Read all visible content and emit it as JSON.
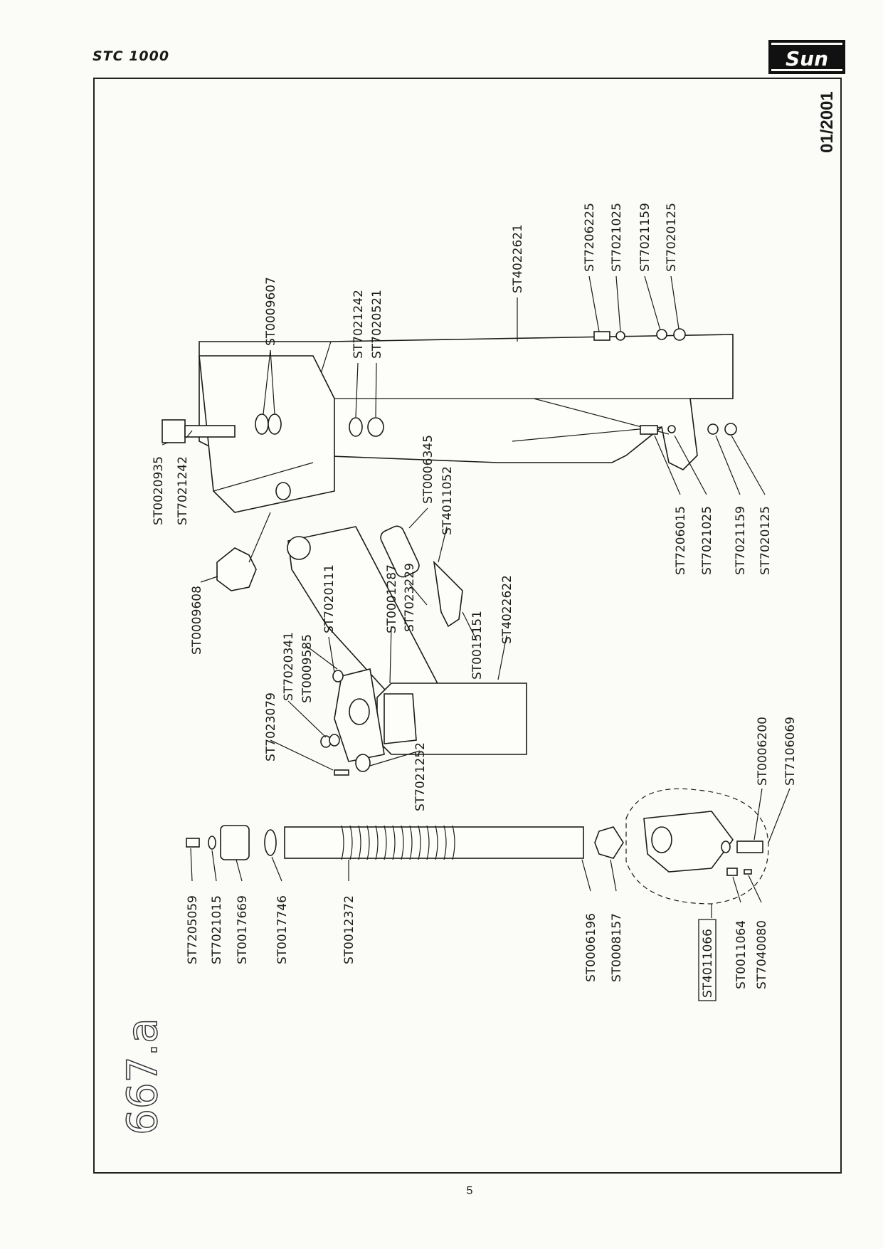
{
  "header": {
    "model_name": "STC 1000",
    "brand": "Sun"
  },
  "diagram": {
    "figure_number": "667.a",
    "date": "01/2001",
    "part_labels": [
      {
        "id": "a1",
        "text": "ST4022621"
      },
      {
        "id": "a2",
        "text": "ST7206225"
      },
      {
        "id": "a3",
        "text": "ST7021025"
      },
      {
        "id": "a4",
        "text": "ST7021159"
      },
      {
        "id": "a5",
        "text": "ST7020125"
      },
      {
        "id": "b1",
        "text": "ST0009607"
      },
      {
        "id": "b2",
        "text": "ST7021242"
      },
      {
        "id": "b3",
        "text": "ST7020521"
      },
      {
        "id": "c1",
        "text": "ST0020935"
      },
      {
        "id": "c2",
        "text": "ST7021242"
      },
      {
        "id": "c3",
        "text": "ST0009608"
      },
      {
        "id": "d1",
        "text": "ST0006345"
      },
      {
        "id": "d2",
        "text": "ST4011052"
      },
      {
        "id": "d3",
        "text": "ST7023229"
      },
      {
        "id": "d4",
        "text": "ST0001287"
      },
      {
        "id": "d5",
        "text": "ST7020111"
      },
      {
        "id": "d6",
        "text": "ST0009585"
      },
      {
        "id": "d7",
        "text": "ST7020341"
      },
      {
        "id": "d8",
        "text": "ST7023079"
      },
      {
        "id": "d9",
        "text": "ST0015151"
      },
      {
        "id": "d10",
        "text": "ST4022622"
      },
      {
        "id": "d11",
        "text": "ST7021252"
      },
      {
        "id": "e1",
        "text": "ST7206015"
      },
      {
        "id": "e2",
        "text": "ST7021025"
      },
      {
        "id": "e3",
        "text": "ST7021159"
      },
      {
        "id": "e4",
        "text": "ST7020125"
      },
      {
        "id": "f1",
        "text": "ST7205059"
      },
      {
        "id": "f2",
        "text": "ST7021015"
      },
      {
        "id": "f3",
        "text": "ST0017669"
      },
      {
        "id": "f4",
        "text": "ST0017746"
      },
      {
        "id": "f5",
        "text": "ST0012372"
      },
      {
        "id": "f6",
        "text": "ST0006196"
      },
      {
        "id": "f7",
        "text": "ST0008157"
      },
      {
        "id": "g1",
        "text": "ST4011066"
      },
      {
        "id": "g2",
        "text": "ST0011064"
      },
      {
        "id": "g3",
        "text": "ST7040080"
      },
      {
        "id": "g4",
        "text": "ST0006200"
      },
      {
        "id": "g5",
        "text": "ST7106069"
      }
    ]
  },
  "footer": {
    "page_number": "5"
  }
}
